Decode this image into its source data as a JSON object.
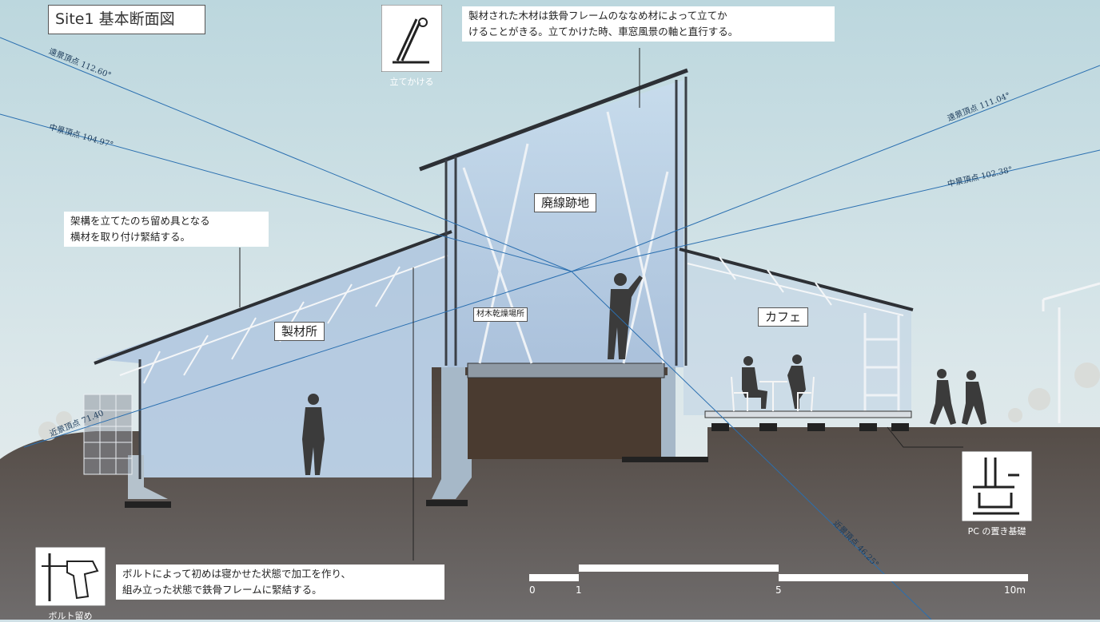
{
  "title": "Site1 基本断面図",
  "icons": {
    "lean": {
      "caption": "立てかける"
    },
    "bolt": {
      "caption": "ボルト留め"
    },
    "pc_foundation": {
      "caption": "PC の置き基礎"
    }
  },
  "notes": {
    "top_right": [
      "製材された木材は鉄骨フレームのななめ材によって立てか",
      "けることがきる。立てかけた時、車窓風景の軸と直行する。"
    ],
    "left": [
      "架構を立てたのち留め具となる",
      "横材を取り付け緊結する。"
    ],
    "bottom": [
      "ボルトによって初めは寝かせた状態で加工を作り、",
      "組み立った状態で鉄骨フレームに緊結する。"
    ]
  },
  "labels": {
    "sawmill": "製材所",
    "abandoned": "廃線跡地",
    "drying": "材木乾燥場所",
    "cafe": "カフェ"
  },
  "angles": {
    "far_left": "遠景頂点 112.60°",
    "mid_left": "中景頂点 104.97°",
    "near_left": "近景頂点 71.40",
    "far_right": "遠景頂点 111.04°",
    "mid_right": "中景頂点 102.38°",
    "near_bottom": "近景頂点 46.25°"
  },
  "scale": {
    "ticks": [
      "0",
      "1",
      "5",
      "10m"
    ]
  },
  "colors": {
    "sky": "#cfe0e6",
    "ground": "#4a3f38",
    "sightline": "#2a6fb0",
    "structure": "#3a3f46"
  }
}
